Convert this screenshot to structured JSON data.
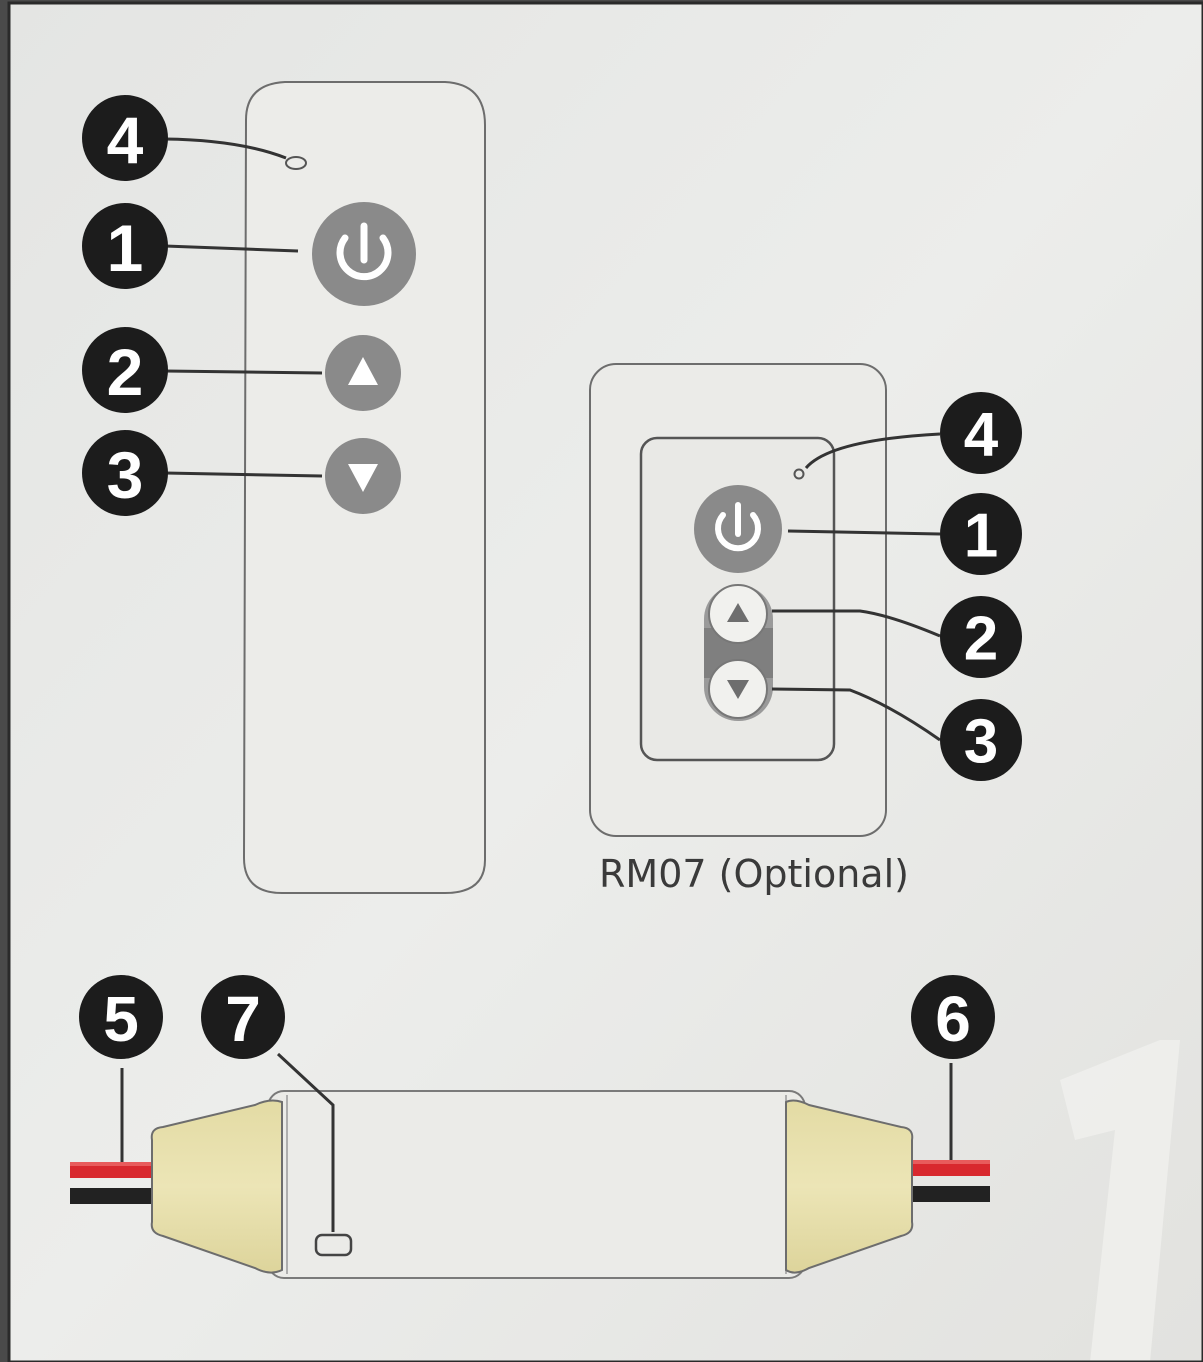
{
  "remote_handheld": {
    "callouts": [
      "4",
      "1",
      "2",
      "3"
    ]
  },
  "remote_wall": {
    "callouts": [
      "4",
      "1",
      "2",
      "3"
    ],
    "caption": "RM07 (Optional)"
  },
  "controller": {
    "callouts": [
      "5",
      "7",
      "6"
    ]
  },
  "colors": {
    "paper": "#e9e9e7",
    "callout_fill": "#1c1c1c",
    "button_gray": "#8a8a8a",
    "end_cap": "#e7dfaa",
    "wire_red": "#d8282e",
    "wire_black": "#222222"
  }
}
